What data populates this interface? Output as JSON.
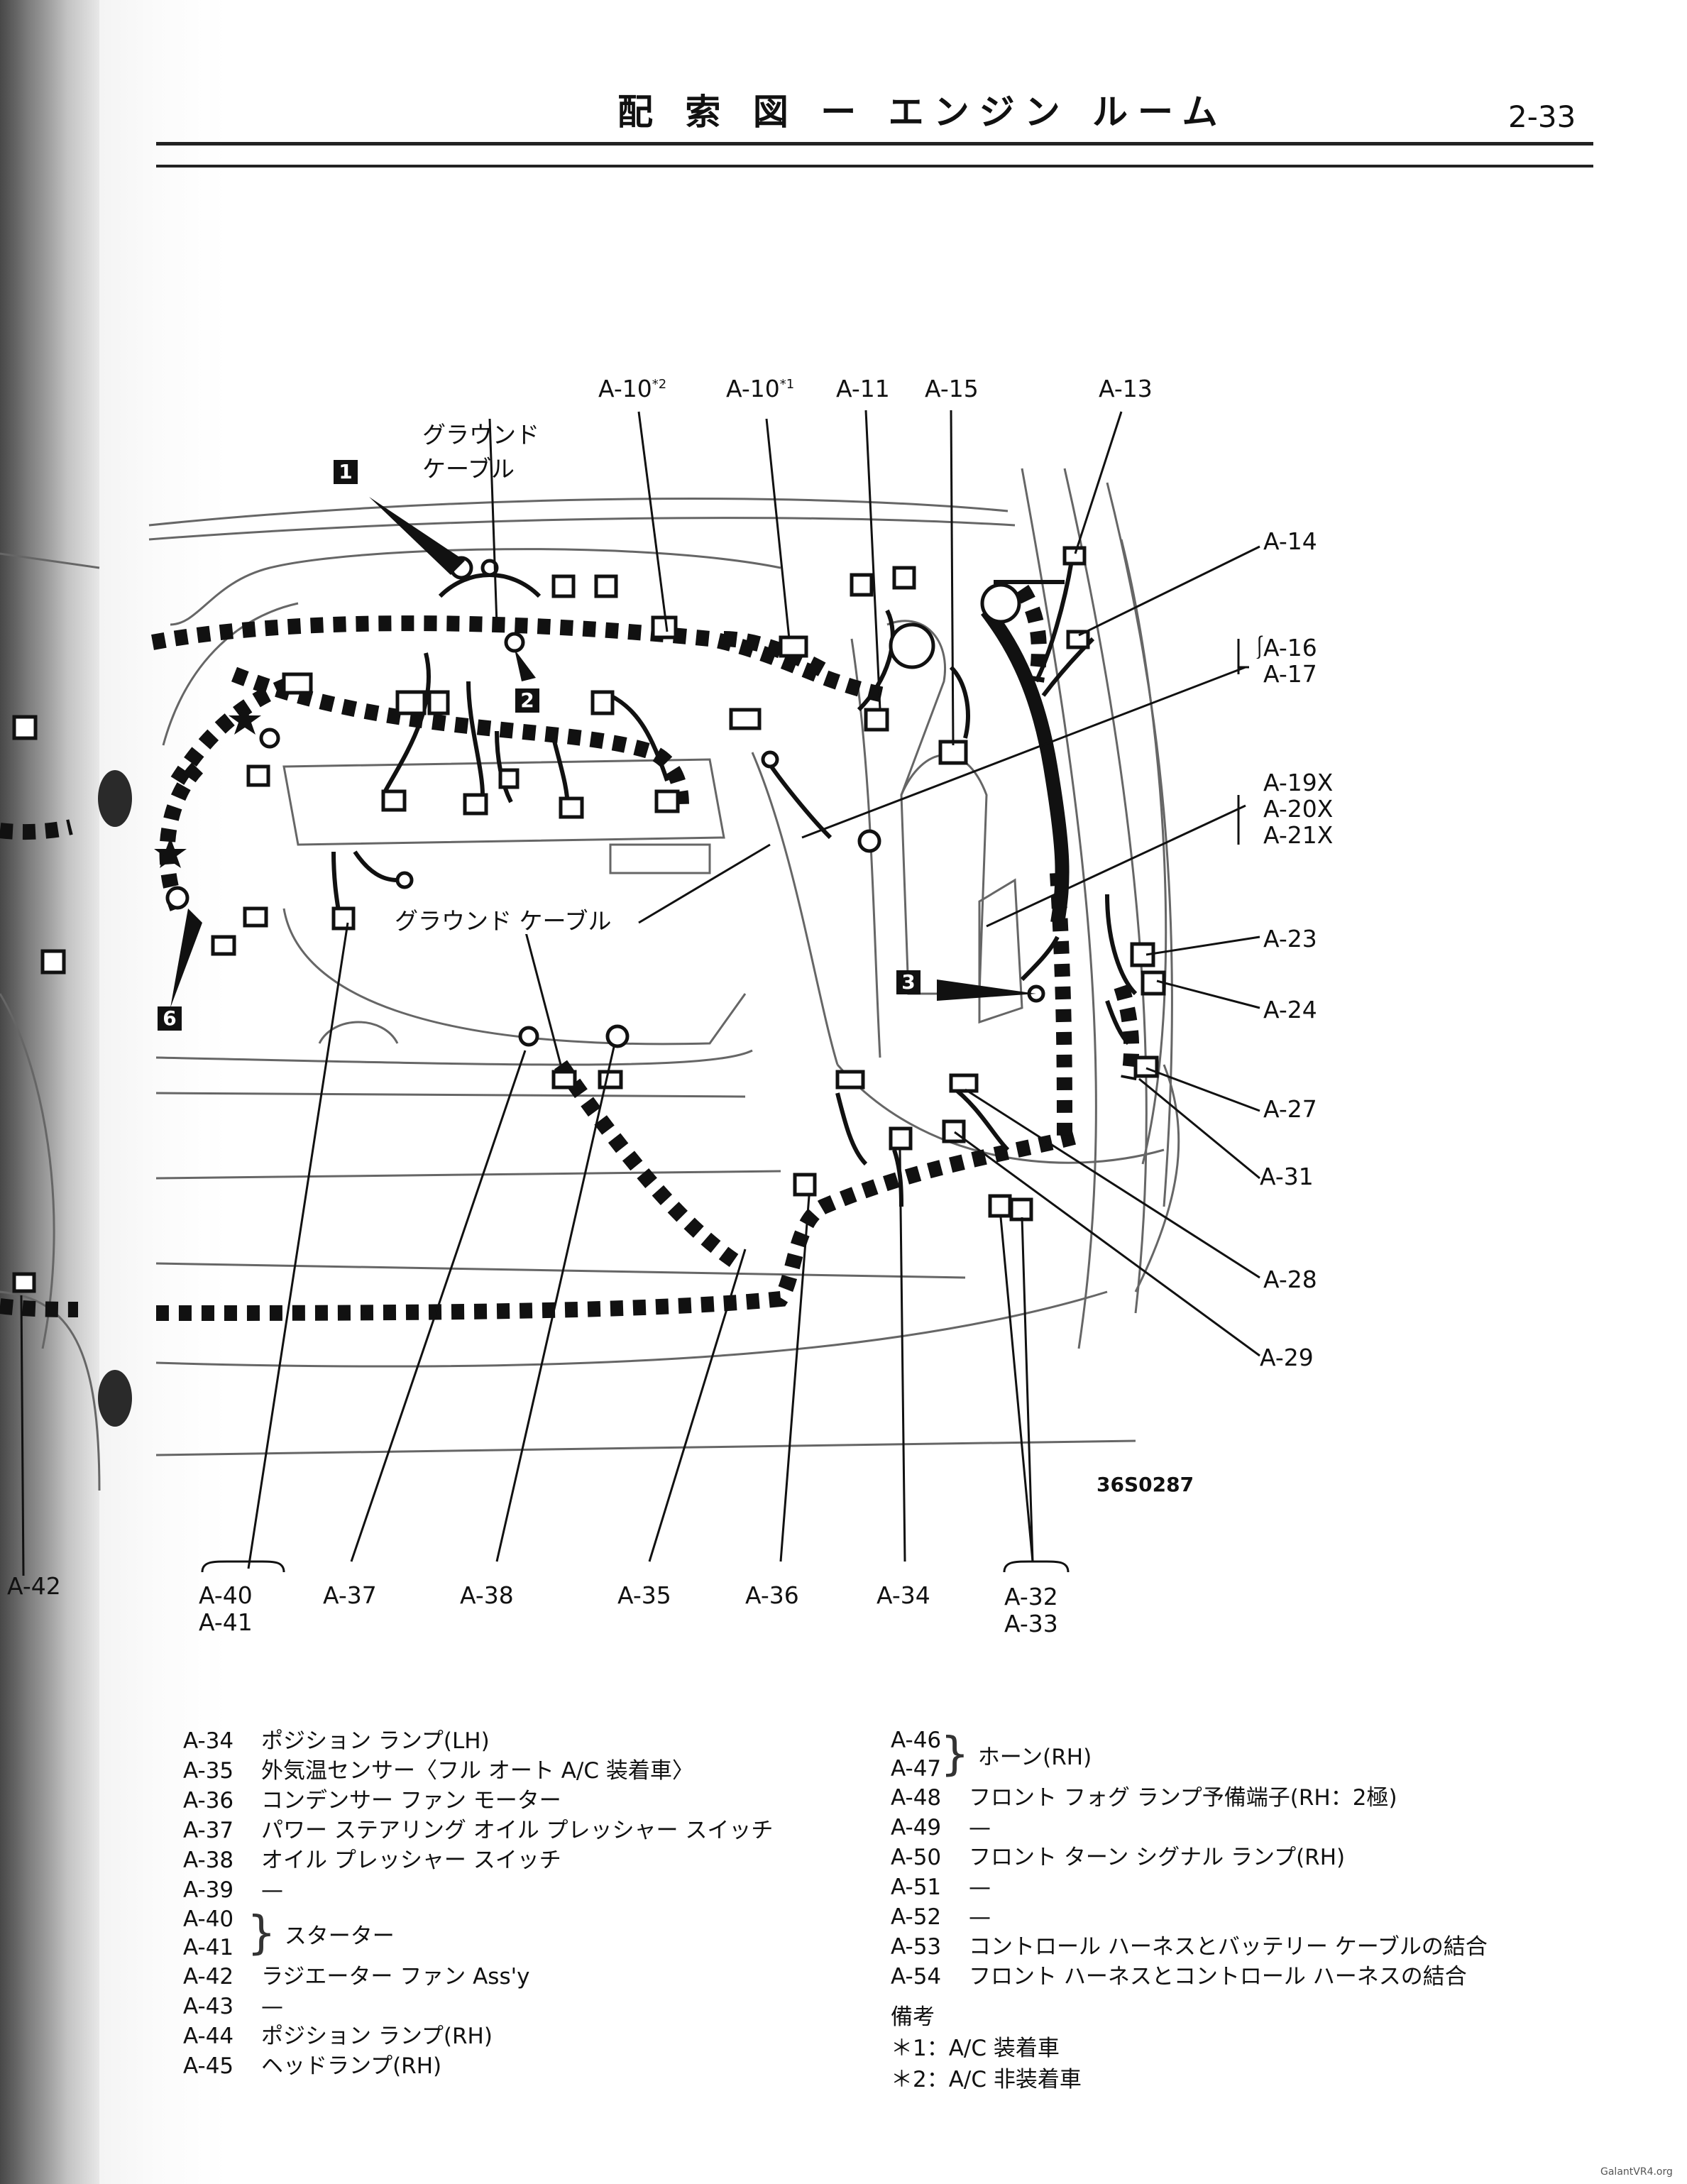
{
  "header": {
    "title": "配 索 図 ー エンジン ルーム",
    "page_number": "2-33"
  },
  "figure_id": "36S0287",
  "watermark": "GalantVR4.org",
  "callouts_top": [
    {
      "id": "a10_2",
      "text": "A-10",
      "sup": "*2"
    },
    {
      "id": "a10_1",
      "text": "A-10",
      "sup": "*1"
    },
    {
      "id": "a11",
      "text": "A-11"
    },
    {
      "id": "a15",
      "text": "A-15"
    },
    {
      "id": "a13",
      "text": "A-13"
    }
  ],
  "callouts_right": [
    "A-14",
    "A-16",
    "A-17",
    "A-19X",
    "A-20X",
    "A-21X",
    "A-23",
    "A-24",
    "A-27",
    "A-31",
    "A-28",
    "A-29"
  ],
  "callouts_bottom": [
    "A-40",
    "A-41",
    "A-37",
    "A-38",
    "A-35",
    "A-36",
    "A-34",
    "A-32",
    "A-33"
  ],
  "callout_left": "A-42",
  "inline_labels": {
    "ground_cable_1": "グラウンド",
    "ground_cable_2": "ケーブル",
    "ground_cable_mid": "グラウンド ケーブル"
  },
  "box_numbers": [
    "1",
    "2",
    "3",
    "6"
  ],
  "legend_left": [
    {
      "code": "A-34",
      "desc": "ポジション ランプ(LH)"
    },
    {
      "code": "A-35",
      "desc": "外気温センサー〈フル オート A/C 装着車〉"
    },
    {
      "code": "A-36",
      "desc": "コンデンサー ファン モーター"
    },
    {
      "code": "A-37",
      "desc": "パワー ステアリング オイル プレッシャー スイッチ"
    },
    {
      "code": "A-38",
      "desc": "オイル プレッシャー スイッチ"
    },
    {
      "code": "A-39",
      "desc": "—"
    },
    {
      "code": "A-40",
      "desc": ""
    },
    {
      "code": "A-41",
      "desc": "スターター"
    },
    {
      "code": "A-42",
      "desc": "ラジエーター ファン Ass'y"
    },
    {
      "code": "A-43",
      "desc": "—"
    },
    {
      "code": "A-44",
      "desc": "ポジション ランプ(RH)"
    },
    {
      "code": "A-45",
      "desc": "ヘッドランプ(RH)"
    }
  ],
  "legend_right": [
    {
      "code": "A-46",
      "desc": ""
    },
    {
      "code": "A-47",
      "desc": "ホーン(RH)"
    },
    {
      "code": "A-48",
      "desc": "フロント フォグ ランプ予備端子(RH：2極)"
    },
    {
      "code": "A-49",
      "desc": "—"
    },
    {
      "code": "A-50",
      "desc": "フロント ターン シグナル ランプ(RH)"
    },
    {
      "code": "A-51",
      "desc": "—"
    },
    {
      "code": "A-52",
      "desc": "—"
    },
    {
      "code": "A-53",
      "desc": "コントロール ハーネスとバッテリー ケーブルの結合"
    },
    {
      "code": "A-54",
      "desc": "フロント ハーネスとコントロール ハーネスの結合"
    }
  ],
  "notes": {
    "heading": "備考",
    "items": [
      "＊1：A/C 装着車",
      "＊2：A/C 非装着車"
    ]
  }
}
